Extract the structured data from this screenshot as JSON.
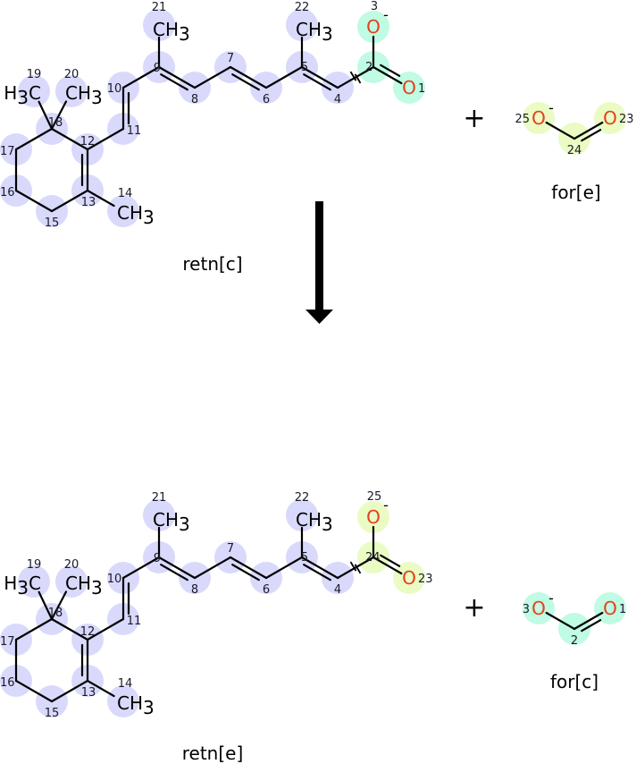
{
  "colors": {
    "carbon_highlight": "#d9d9fc",
    "teal_highlight": "#c0fbe3",
    "yellow_highlight": "#eafbc4",
    "oxygen": "#e3411c",
    "bond": "#000000"
  },
  "reactants": [
    {
      "name": "retn[c]",
      "atom_numbers": [
        "2",
        "1",
        "3",
        "4",
        "5",
        "6",
        "7",
        "8",
        "9",
        "10",
        "11",
        "12",
        "13",
        "14",
        "15",
        "16",
        "17",
        "18",
        "19",
        "20",
        "21",
        "22"
      ],
      "oxygen_symbol": "O",
      "charge": "-",
      "groups": {
        "c21": [
          {
            "t": "CH"
          },
          {
            "t": "3",
            "sub": true
          }
        ],
        "c22": [
          {
            "t": "CH"
          },
          {
            "t": "3",
            "sub": true
          }
        ],
        "c19": [
          {
            "t": "H"
          },
          {
            "t": "3",
            "sub": true
          },
          {
            "t": "C"
          }
        ],
        "c20": [
          {
            "t": "CH"
          },
          {
            "t": "3",
            "sub": true
          }
        ],
        "c14": [
          {
            "t": "CH"
          },
          {
            "t": "3",
            "sub": true
          }
        ]
      },
      "carboxyl_highlight": "teal"
    },
    {
      "name": "for[e]",
      "atom_numbers": [
        "25",
        "24",
        "23"
      ],
      "oxygen_symbol": "O",
      "charge": "-",
      "highlight": "yellow"
    }
  ],
  "products": [
    {
      "name": "retn[e]",
      "atom_numbers": [
        "24",
        "23",
        "25",
        "4",
        "5",
        "6",
        "7",
        "8",
        "9",
        "10",
        "11",
        "12",
        "13",
        "14",
        "15",
        "16",
        "17",
        "18",
        "19",
        "20",
        "21",
        "22"
      ],
      "oxygen_symbol": "O",
      "charge": "-",
      "groups": {
        "c21": [
          {
            "t": "CH"
          },
          {
            "t": "3",
            "sub": true
          }
        ],
        "c22": [
          {
            "t": "CH"
          },
          {
            "t": "3",
            "sub": true
          }
        ],
        "c19": [
          {
            "t": "H"
          },
          {
            "t": "3",
            "sub": true
          },
          {
            "t": "C"
          }
        ],
        "c20": [
          {
            "t": "CH"
          },
          {
            "t": "3",
            "sub": true
          }
        ],
        "c14": [
          {
            "t": "CH"
          },
          {
            "t": "3",
            "sub": true
          }
        ]
      },
      "carboxyl_highlight": "yellow"
    },
    {
      "name": "for[c]",
      "atom_numbers": [
        "3",
        "2",
        "1"
      ],
      "oxygen_symbol": "O",
      "charge": "-",
      "highlight": "teal"
    }
  ],
  "plus_sign": "+"
}
